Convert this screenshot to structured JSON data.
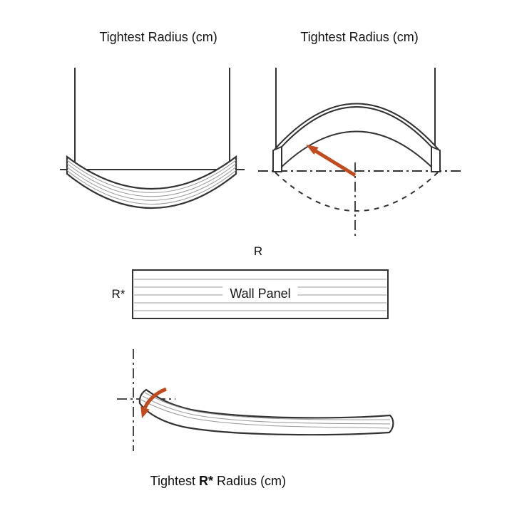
{
  "colors": {
    "background": "#ffffff",
    "line": "#333333",
    "lamination": "#999999",
    "arrow": "#c14b1e",
    "text": "#111111"
  },
  "diagram_top_left": {
    "title": "Tightest Radius (cm)"
  },
  "diagram_top_right": {
    "title": "Tightest Radius (cm)"
  },
  "wall_panel": {
    "r_label": "R",
    "r_star_label": "R*",
    "panel_label": "Wall Panel"
  },
  "diagram_bottom": {
    "caption_prefix": "Tightest ",
    "caption_bold": "R*",
    "caption_suffix": " Radius (cm)"
  }
}
